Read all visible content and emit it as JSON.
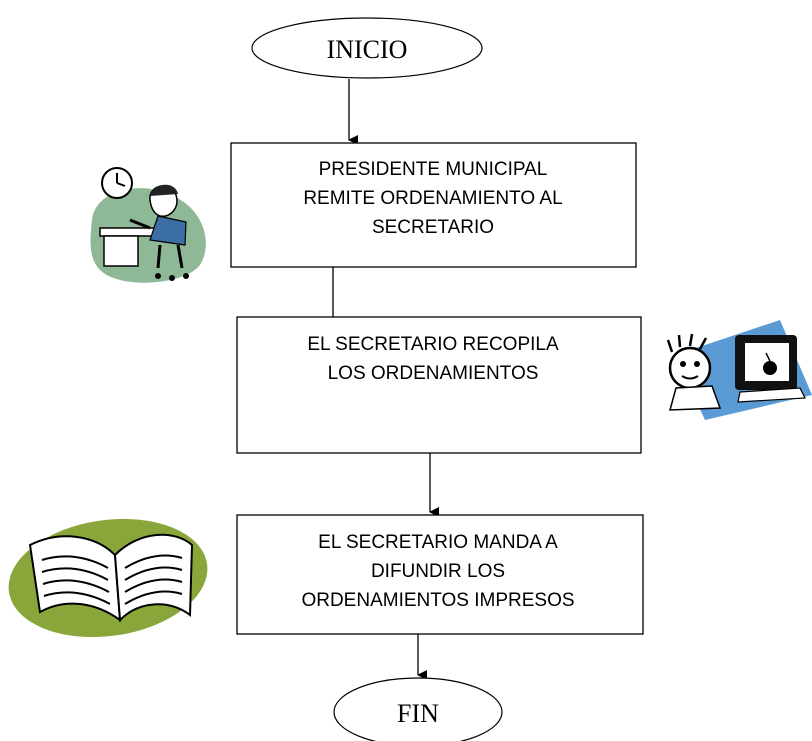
{
  "flowchart": {
    "start": "INICIO",
    "end": "FIN",
    "steps": [
      {
        "lines": [
          "PRESIDENTE MUNICIPAL",
          "REMITE ORDENAMIENTO AL",
          "SECRETARIO"
        ]
      },
      {
        "lines": [
          "EL SECRETARIO RECOPILA",
          "LOS ORDENAMIENTOS"
        ]
      },
      {
        "lines": [
          "EL SECRETARIO MANDA A",
          "DIFUNDIR LOS",
          "ORDENAMIENTOS IMPRESOS"
        ]
      }
    ]
  },
  "clipart": [
    {
      "icon": "office-worker-clock-icon",
      "background": "#8fb996"
    },
    {
      "icon": "computer-user-icon",
      "background": "#5b9bd5"
    },
    {
      "icon": "open-book-icon",
      "background": "#8aa63a"
    }
  ]
}
